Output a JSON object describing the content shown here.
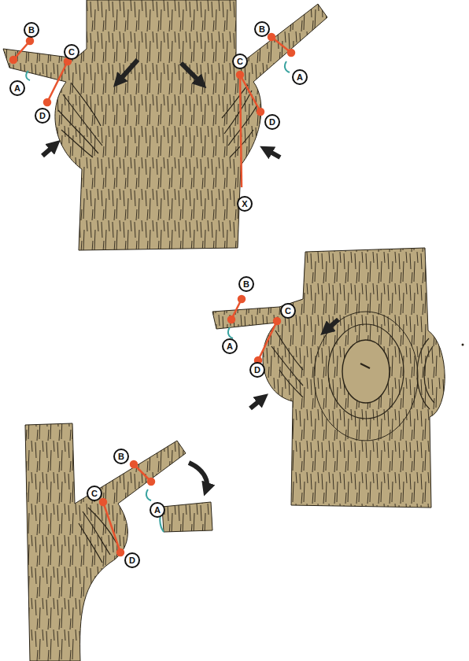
{
  "diagram": {
    "nodes": [
      {
        "text": [
          "B"
        ]
      },
      {
        "text": [
          "C"
        ]
      },
      {
        "text": [
          "A"
        ]
      },
      {
        "text": [
          "D"
        ]
      },
      {
        "text": [
          "B"
        ]
      },
      {
        "text": [
          "C"
        ]
      },
      {
        "text": [
          "A"
        ]
      },
      {
        "text": [
          "D"
        ]
      },
      {
        "text": [
          "X"
        ]
      },
      {
        "text": [
          "B"
        ]
      },
      {
        "text": [
          "C"
        ]
      },
      {
        "text": [
          "A"
        ]
      },
      {
        "text": [
          "D"
        ]
      },
      {
        "text": [
          "B"
        ]
      },
      {
        "text": [
          "C"
        ]
      },
      {
        "text": [
          "A"
        ]
      },
      {
        "text": [
          "D"
        ]
      }
    ]
  }
}
